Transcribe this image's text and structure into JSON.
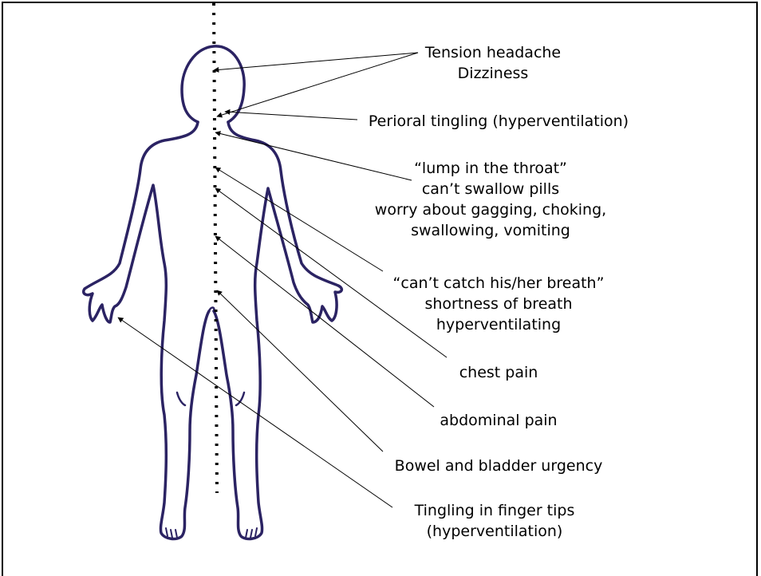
{
  "colors": {
    "outline": "#2b2363",
    "leader": "#000000",
    "midline": "#000000",
    "background": "#ffffff"
  },
  "labels": {
    "head": [
      "Tension headache",
      "Dizziness"
    ],
    "perioral": [
      "Perioral tingling (hyperventilation)"
    ],
    "throat": [
      "“lump in the throat”",
      "can’t swallow pills",
      "worry about gagging, choking,",
      "swallowing, vomiting"
    ],
    "breath": [
      "“can’t catch his/her breath”",
      "shortness of breath",
      "hyperventilating"
    ],
    "chest": [
      "chest pain"
    ],
    "abdomen": [
      "abdominal pain"
    ],
    "bowel": [
      "Bowel and bladder urgency"
    ],
    "fingers": [
      "Tingling in finger tips",
      "(hyperventilation)"
    ]
  }
}
